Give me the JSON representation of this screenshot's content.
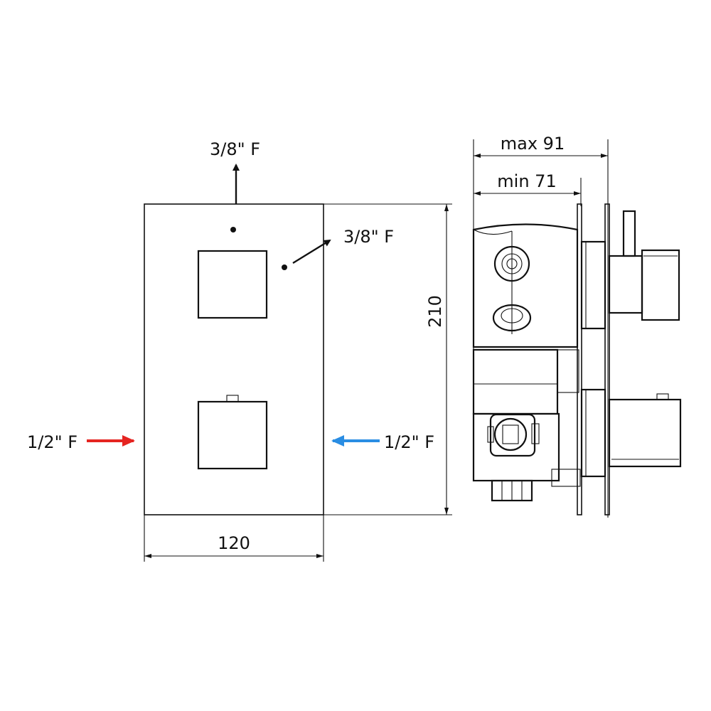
{
  "front_view": {
    "outlet_top": "3/8\" F",
    "outlet_side": "3/8\" F",
    "inlet_hot": "1/2\" F",
    "inlet_cold": "1/2\" F",
    "width_dim": "120",
    "height_dim": "210"
  },
  "side_view": {
    "max_depth": "max 91",
    "min_depth": "min 71"
  },
  "colors": {
    "hot": "#e52421",
    "cold": "#2a8de3",
    "line": "#111111"
  }
}
